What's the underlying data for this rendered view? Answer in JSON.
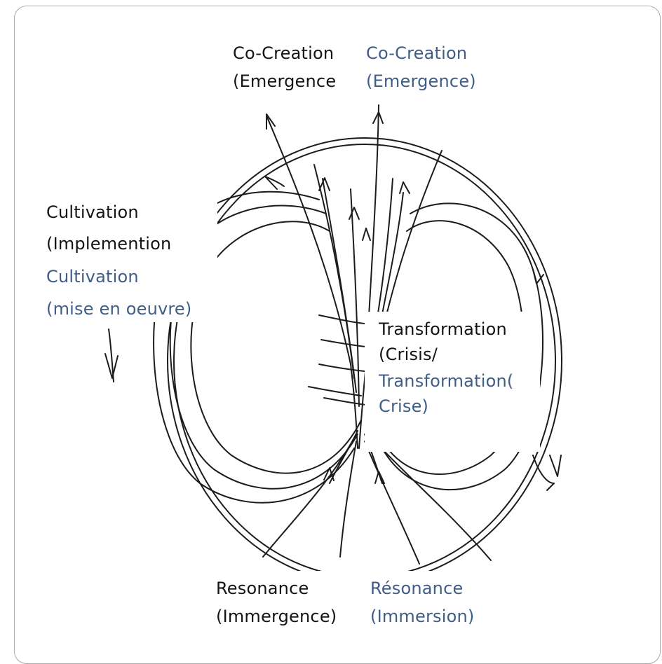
{
  "colors": {
    "english": "#141414",
    "french": "#3f5d86",
    "ink": "#1c1c1c",
    "frame": "#a9a9a9"
  },
  "labels": {
    "top_en_1": "Co-Creation",
    "top_en_2": "(Emergence",
    "top_fr_1": "Co-Creation",
    "top_fr_2": "(Emergence)",
    "left_en_1": "Cultivation",
    "left_en_2": "(Implemention",
    "left_fr_1": "Cultivation",
    "left_fr_2": "(mise en oeuvre)",
    "right_en_1": "Transformation",
    "right_en_2": "(Crisis/",
    "right_fr_1": "Transformation(",
    "right_fr_2": "Crise)",
    "bottom_en_1": "Resonance",
    "bottom_en_2": "(Immergence)",
    "bottom_fr_1": "Résonance",
    "bottom_fr_2": "(Immersion)"
  }
}
